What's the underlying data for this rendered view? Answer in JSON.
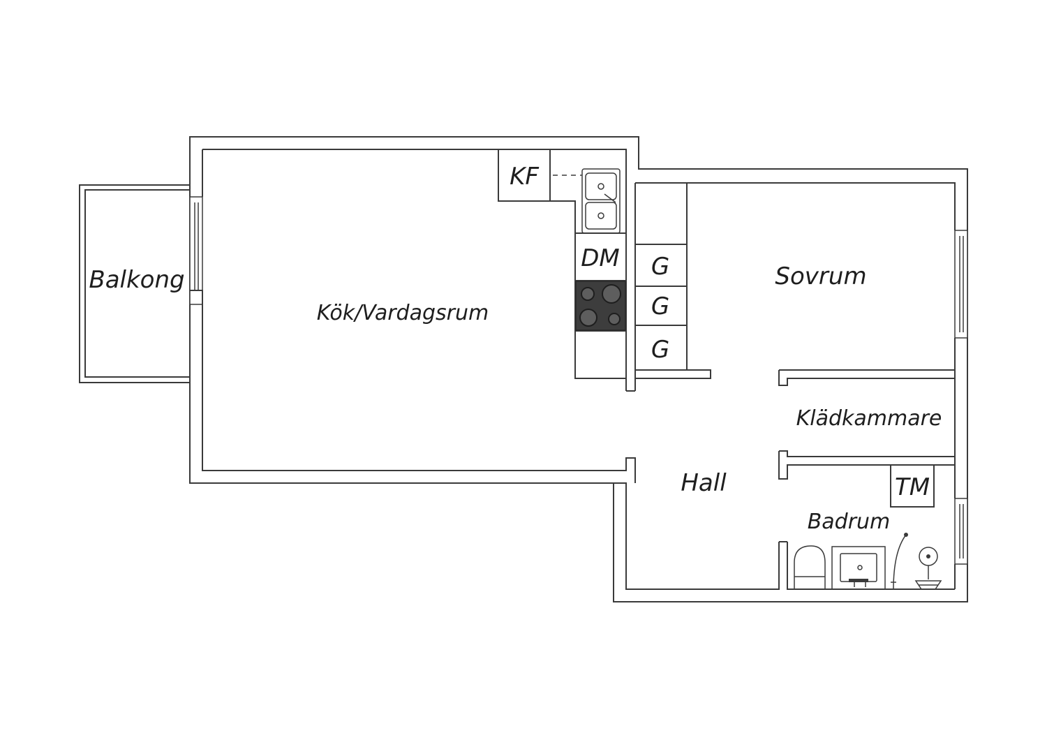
{
  "rooms": {
    "balkong": "Balkong",
    "kok_vardagsrum": "Kök/Vardagsrum",
    "sovrum": "Sovrum",
    "kladkammare": "Klädkammare",
    "hall": "Hall",
    "badrum": "Badrum"
  },
  "fixtures": {
    "kf": "KF",
    "dm": "DM",
    "g1": "G",
    "g2": "G",
    "g3": "G",
    "tm": "TM"
  },
  "colors": {
    "wall_stroke": "#3a3a3a",
    "stove_surface": "#3d3d3d",
    "background": "#ffffff"
  }
}
